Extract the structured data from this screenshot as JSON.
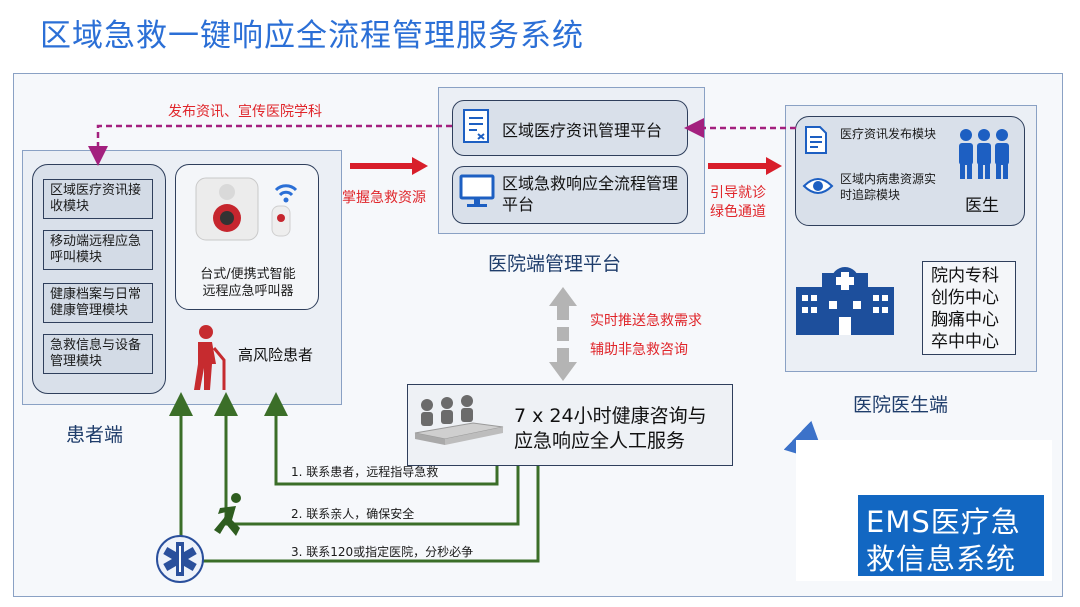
{
  "title": "区域急救一键响应全流程管理服务系统",
  "patient_side": {
    "label": "患者端",
    "modules": [
      "区域医疗资讯接收模块",
      "移动端远程应急呼叫模块",
      "健康档案与日常健康管理模块",
      "急救信息与设备管理模块"
    ],
    "device_label": "台式/便携式智能远程应急呼叫器",
    "patient_label": "高风险患者"
  },
  "hospital_platform": {
    "label": "医院端管理平台",
    "item1": "区域医疗资讯管理平台",
    "item2": "区域急救响应全流程管理平台"
  },
  "doctor_side": {
    "label": "医院医生端",
    "module1": "医疗资讯发布模块",
    "module2": "区域内病患资源实时追踪模块",
    "doctor_label": "医生",
    "specialties": [
      "院内专科",
      "创伤中心",
      "胸痛中心",
      "卒中中心"
    ]
  },
  "arrows": {
    "publish": "发布资讯、宣传医院学科",
    "grasp": "掌握急救资源",
    "guide_1": "引导就诊",
    "guide_2": "绿色通道",
    "push": "实时推送急救需求",
    "assist": "辅助非急救咨询"
  },
  "service_center": {
    "line1": "7 x 24小时健康咨询与",
    "line2": "应急响应全人工服务"
  },
  "actions": [
    "1. 联系患者，远程指导急救",
    "2. 联系亲人，确保安全",
    "3. 联系120或指定医院，分秒必争"
  ],
  "ems": {
    "line1": "EMS医疗急",
    "line2": "救信息系统"
  },
  "colors": {
    "accent": "#2b6fd6",
    "red": "#e0262b",
    "purple": "#a3207e",
    "green": "#3b6e28",
    "ems": "#1267c2"
  }
}
